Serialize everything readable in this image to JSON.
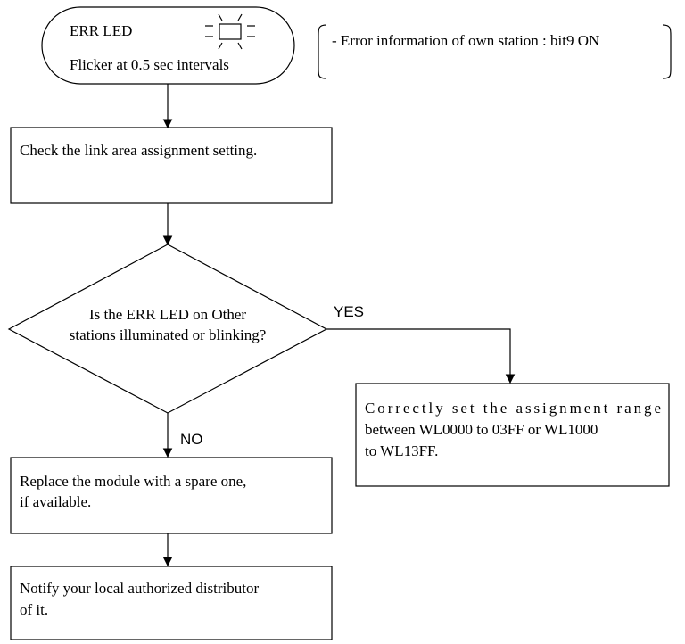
{
  "start": {
    "title": "ERR LED",
    "subtitle": "Flicker at 0.5 sec intervals",
    "icon": "flickering-led-icon"
  },
  "note": {
    "text": "- Error information of own station : bit9 ON"
  },
  "step1": {
    "text": "Check the link area assignment setting."
  },
  "decision": {
    "line1": "Is the ERR LED on Other",
    "line2": "stations illuminated or blinking?"
  },
  "branches": {
    "yes_label": "YES",
    "no_label": "NO"
  },
  "yes_box": {
    "line1": "Correctly  set  the  assignment  range",
    "line2": "between WL0000 to 03FF or WL1000",
    "line3": "to WL13FF."
  },
  "no_box": {
    "line1": "Replace the module with a spare one,",
    "line2": "if available."
  },
  "final_box": {
    "line1": "Notify your local authorized distributor",
    "line2": "of it."
  }
}
